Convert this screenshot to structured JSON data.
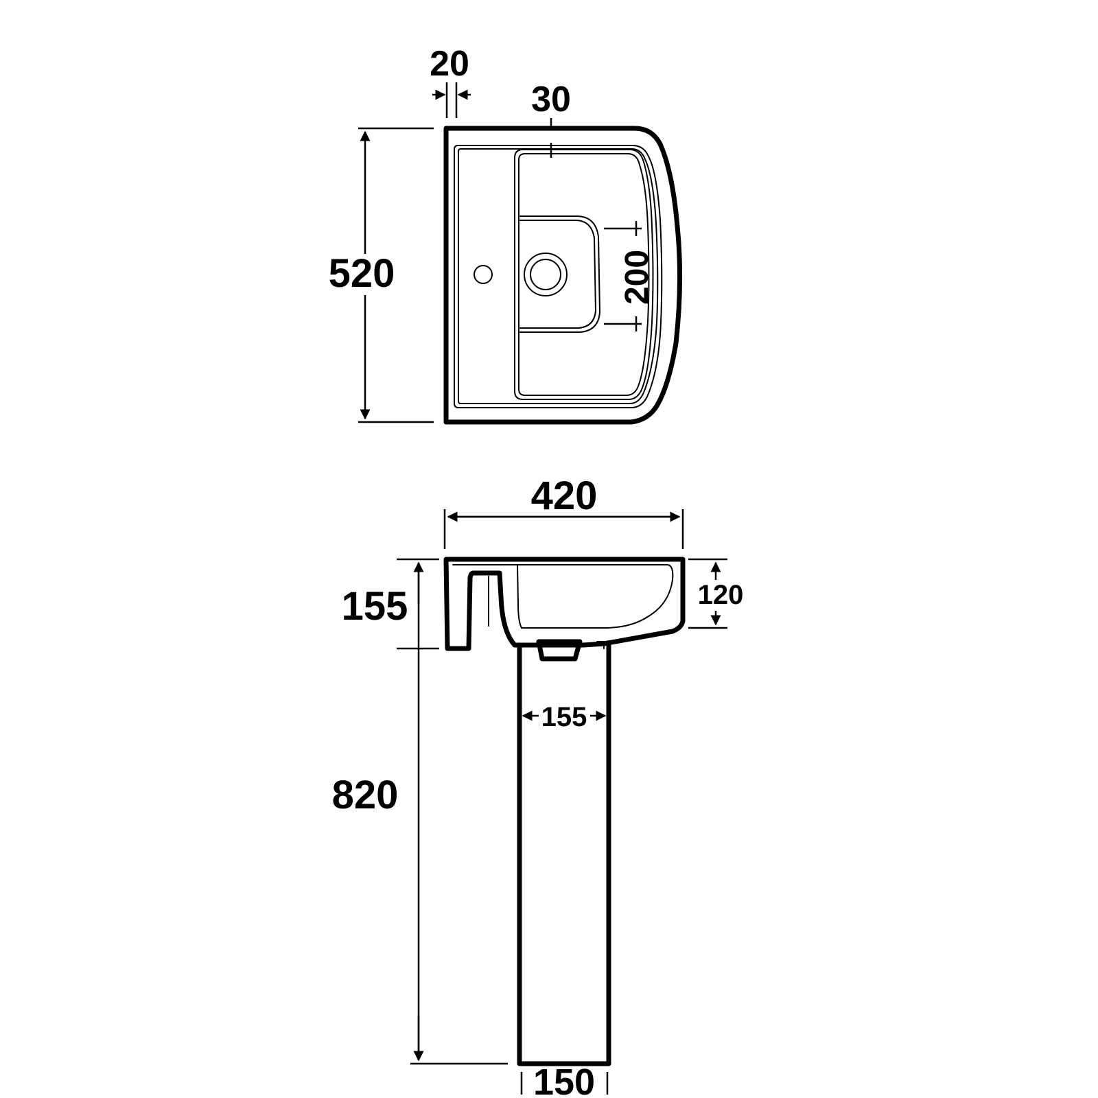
{
  "colors": {
    "line": "#000000",
    "background": "#ffffff"
  },
  "top_view": {
    "dimensions": {
      "rim_thickness": "20",
      "tap_offset": "30",
      "depth": "520",
      "waste_depth": "200"
    }
  },
  "front_view": {
    "dimensions": {
      "width": "420",
      "basin_height": "155",
      "bowl_depth": "120",
      "pedestal_width": "155",
      "pedestal_height": "820",
      "pedestal_base": "150"
    }
  }
}
